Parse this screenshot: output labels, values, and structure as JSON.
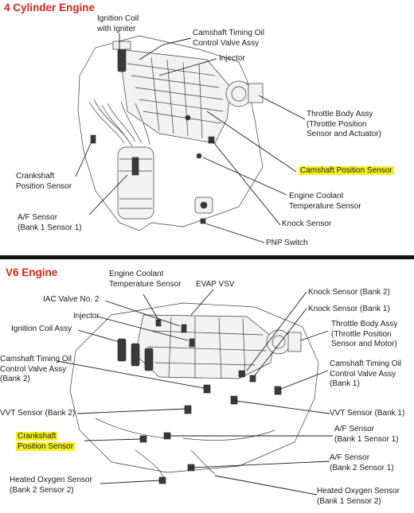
{
  "top": {
    "title": "4 Cylinder Engine",
    "labels": {
      "ignition_coil": [
        "Ignition Coil",
        "with Igniter"
      ],
      "camshaft_ocv": [
        "Camshaft Timing Oil",
        "Control Valve Assy"
      ],
      "injector": "Injector",
      "throttle_body": [
        "Throttle Body Assy",
        "(Throttle Position",
        "Sensor and Actuator)"
      ],
      "camshaft_position": "Camshaft Position Sensor",
      "crankshaft": [
        "Crankshaft",
        "Position Sensor"
      ],
      "coolant": [
        "Engine Coolant",
        "Temperature Sensor"
      ],
      "af_sensor": [
        "A/F Sensor",
        "(Bank 1 Sensor 1)"
      ],
      "knock": "Knock Sensor",
      "pnp": "PNP Switch"
    }
  },
  "bottom": {
    "title": "V6 Engine",
    "labels": {
      "coolant": [
        "Engine Coolant",
        "Temperature Sensor"
      ],
      "evap": "EVAP VSV",
      "iac": "IAC Valve No. 2",
      "knock_b2": "Knock Sensor (Bank 2)",
      "knock_b1": "Knock Sensor (Bank 1)",
      "injector": "Injector",
      "ignition_coil": "Ignition Coil Assy",
      "throttle_body": [
        "Throttle Body Assy",
        "(Throttle Position",
        "Sensor and Motor)"
      ],
      "camshaft_ocv_b2": [
        "Camshaft Timing Oil",
        "Control Valve Assy",
        "(Bank 2)"
      ],
      "camshaft_ocv_b1": [
        "Camshaft Timing Oil",
        "Control Valve Assy",
        "(Bank 1)"
      ],
      "vvt_b2": "VVT Sensor (Bank 2)",
      "vvt_b1": "VVT Sensor (Bank 1)",
      "crankshaft": [
        "Crankshaft",
        "Position Sensor"
      ],
      "af_b1s1": [
        "A/F Sensor",
        "(Bank 1 Sensor 1)"
      ],
      "af_b2s1": [
        "A/F Sensor",
        "(Bank 2 Sensor 1)"
      ],
      "ho2_b2s2": [
        "Heated Oxygen Sensor",
        "(Bank 2 Sensor 2)"
      ],
      "ho2_b1s2": [
        "Heated Oxygen Sensor",
        "(Bank 1 Sensor 2)"
      ]
    }
  },
  "colors": {
    "title": "#d7261e",
    "highlight": "#f7f021",
    "divider": "#111111"
  }
}
